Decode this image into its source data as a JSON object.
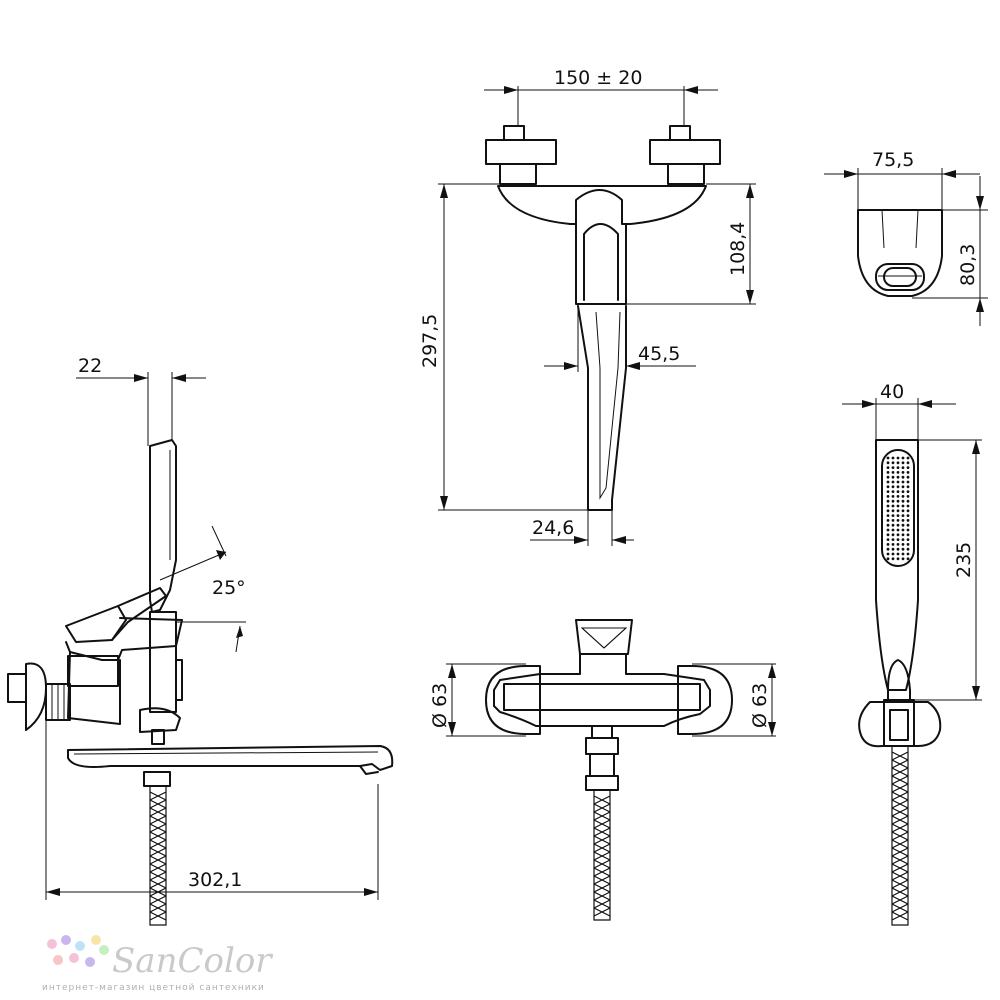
{
  "dimensions": {
    "d_22": "22",
    "d_25deg": "25°",
    "d_302_1": "302,1",
    "d_150": "150 ± 20",
    "d_297_5": "297,5",
    "d_108_4": "108,4",
    "d_45_5": "45,5",
    "d_24_6": "24,6",
    "d_75_5": "75,5",
    "d_80_3": "80,3",
    "d_40": "40",
    "d_235": "235",
    "d_63_left": "Ø 63",
    "d_63_right": "Ø 63"
  },
  "logo": {
    "name": "SanColor",
    "tagline": "интернет-магазин цветной сантехники",
    "dot_colors": [
      "#f4c2d7",
      "#c9b6ef",
      "#bfe3f6",
      "#f8e6a8",
      "#c8efc0",
      "#f6c6c6"
    ]
  }
}
